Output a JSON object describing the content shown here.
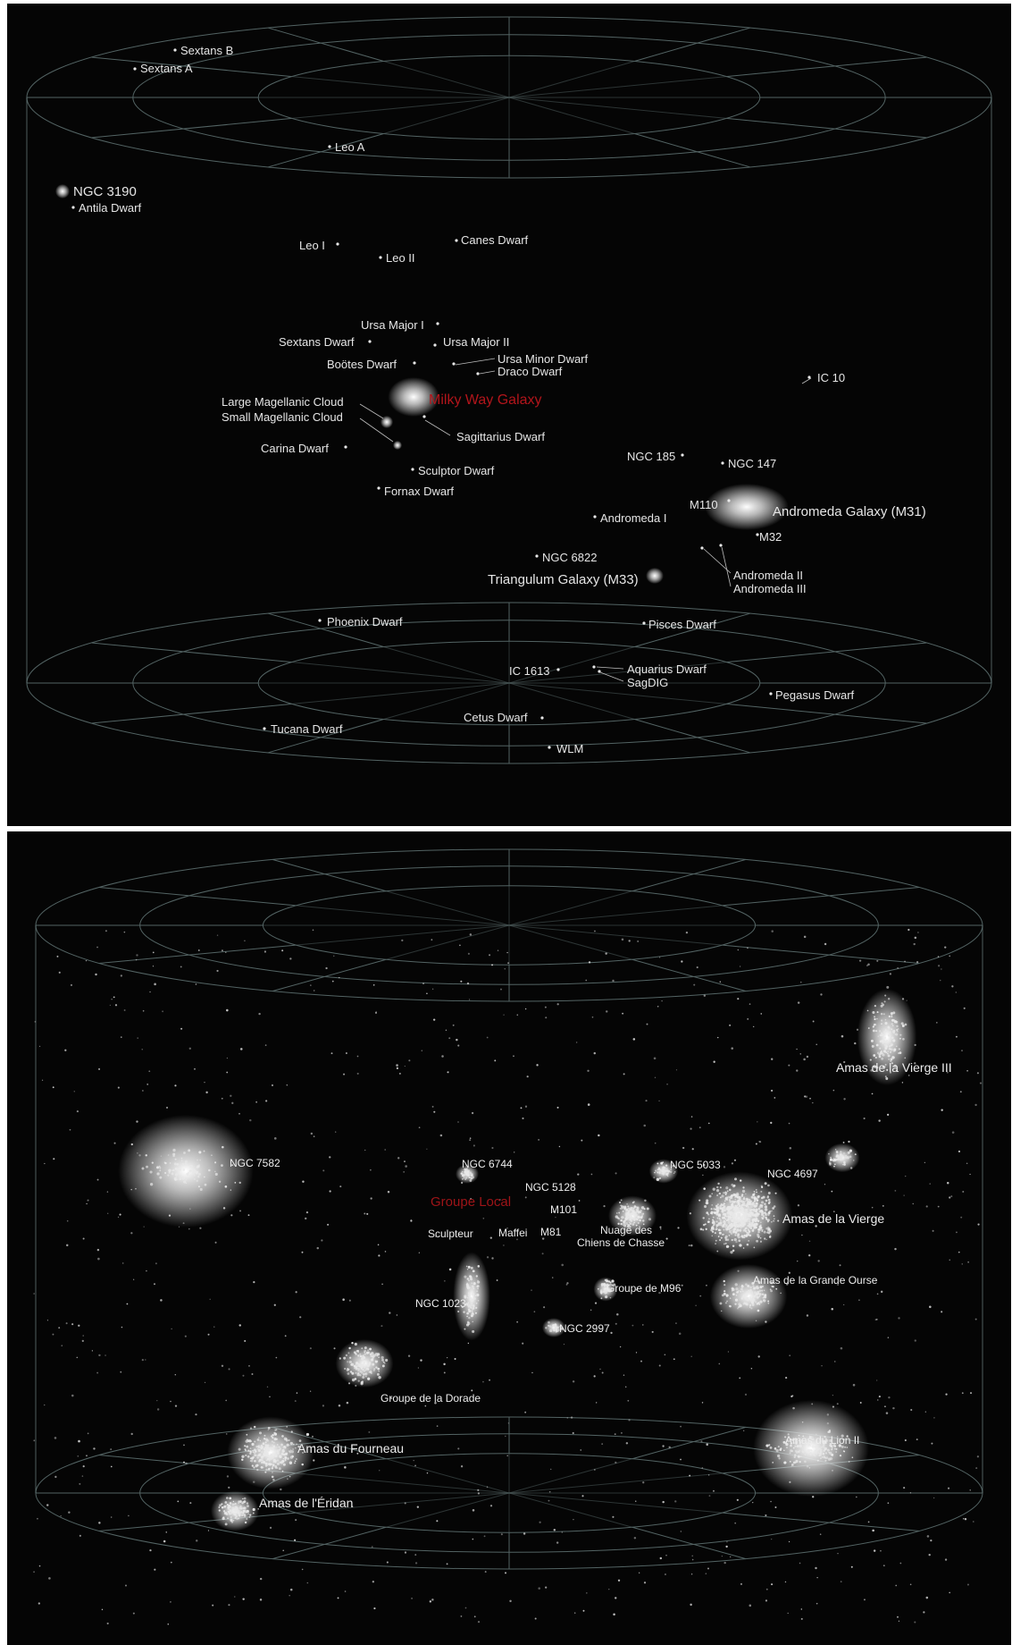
{
  "colors": {
    "background": "#050505",
    "grid": "#6d8383",
    "label": "#e6e6e6",
    "highlight": "#b3151b"
  },
  "top_panel": {
    "labels": [
      {
        "id": "sextans-b",
        "text": "Sextans B"
      },
      {
        "id": "sextans-a",
        "text": "Sextans A"
      },
      {
        "id": "leo-a",
        "text": "Leo A"
      },
      {
        "id": "ngc-3190",
        "text": "NGC 3190"
      },
      {
        "id": "antila-dwarf",
        "text": "Antila Dwarf"
      },
      {
        "id": "leo-i",
        "text": "Leo I"
      },
      {
        "id": "leo-ii",
        "text": "Leo II"
      },
      {
        "id": "canes-dwarf",
        "text": "Canes Dwarf"
      },
      {
        "id": "ursa-major-i",
        "text": "Ursa Major I"
      },
      {
        "id": "sextans-dwarf",
        "text": "Sextans Dwarf"
      },
      {
        "id": "ursa-major-ii",
        "text": "Ursa Major II"
      },
      {
        "id": "bootes-dwarf",
        "text": "Boötes Dwarf"
      },
      {
        "id": "ursa-minor-dwarf",
        "text": "Ursa Minor Dwarf"
      },
      {
        "id": "draco-dwarf",
        "text": "Draco Dwarf"
      },
      {
        "id": "ic-10",
        "text": "IC 10"
      },
      {
        "id": "large-magellanic-cloud",
        "text": "Large Magellanic Cloud"
      },
      {
        "id": "small-magellanic-cloud",
        "text": "Small Magellanic Cloud"
      },
      {
        "id": "milky-way-galaxy",
        "text": "Milky Way Galaxy"
      },
      {
        "id": "sagittarius-dwarf",
        "text": "Sagittarius Dwarf"
      },
      {
        "id": "carina-dwarf",
        "text": "Carina Dwarf"
      },
      {
        "id": "ngc-185",
        "text": "NGC 185"
      },
      {
        "id": "ngc-147",
        "text": "NGC 147"
      },
      {
        "id": "sculptor-dwarf",
        "text": "Sculptor Dwarf"
      },
      {
        "id": "fornax-dwarf",
        "text": "Fornax Dwarf"
      },
      {
        "id": "m110",
        "text": "M110"
      },
      {
        "id": "andromeda-galaxy",
        "text": "Andromeda Galaxy (M31)"
      },
      {
        "id": "andromeda-i",
        "text": "Andromeda I"
      },
      {
        "id": "m32",
        "text": "M32"
      },
      {
        "id": "ngc-6822",
        "text": "NGC 6822"
      },
      {
        "id": "andromeda-ii",
        "text": "Andromeda II"
      },
      {
        "id": "andromeda-iii",
        "text": "Andromeda III"
      },
      {
        "id": "triangulum-galaxy",
        "text": "Triangulum Galaxy (M33)"
      },
      {
        "id": "phoenix-dwarf",
        "text": "Phoenix Dwarf"
      },
      {
        "id": "pisces-dwarf",
        "text": "Pisces Dwarf"
      },
      {
        "id": "ic-1613",
        "text": "IC 1613"
      },
      {
        "id": "aquarius-dwarf",
        "text": "Aquarius Dwarf"
      },
      {
        "id": "sagdig",
        "text": "SagDIG"
      },
      {
        "id": "pegasus-dwarf",
        "text": "Pegasus Dwarf"
      },
      {
        "id": "cetus-dwarf",
        "text": "Cetus Dwarf"
      },
      {
        "id": "tucana-dwarf",
        "text": "Tucana Dwarf"
      },
      {
        "id": "wlm",
        "text": "WLM"
      }
    ]
  },
  "bottom_panel": {
    "labels": [
      {
        "id": "amas-vierge-iii",
        "text": "Amas de la Vierge III"
      },
      {
        "id": "ngc-7582",
        "text": "NGC 7582"
      },
      {
        "id": "ngc-6744",
        "text": "NGC 6744"
      },
      {
        "id": "ngc-5033",
        "text": "NGC 5033"
      },
      {
        "id": "ngc-4697",
        "text": "NGC 4697"
      },
      {
        "id": "ngc-5128",
        "text": "NGC 5128"
      },
      {
        "id": "groupe-local",
        "text": "Groupe Local"
      },
      {
        "id": "m101",
        "text": "M101"
      },
      {
        "id": "amas-vierge",
        "text": "Amas de la Vierge"
      },
      {
        "id": "sculpteur",
        "text": "Sculpteur"
      },
      {
        "id": "maffei",
        "text": "Maffei"
      },
      {
        "id": "m81",
        "text": "M81"
      },
      {
        "id": "nuage-chiens-chasse-1",
        "text": "Nuage des"
      },
      {
        "id": "nuage-chiens-chasse-2",
        "text": "Chiens de Chasse"
      },
      {
        "id": "amas-grande-ourse",
        "text": "Amas de la Grande Ourse"
      },
      {
        "id": "groupe-m96",
        "text": "Groupe de M96"
      },
      {
        "id": "ngc-1023",
        "text": "NGC 1023"
      },
      {
        "id": "ngc-2997",
        "text": "NGC 2997"
      },
      {
        "id": "groupe-dorade",
        "text": "Groupe de la Dorade"
      },
      {
        "id": "amas-lion-ii",
        "text": "Amas du Lion II"
      },
      {
        "id": "amas-fourneau",
        "text": "Amas du Fourneau"
      },
      {
        "id": "amas-eridan",
        "text": "Amas de l'Éridan"
      }
    ]
  }
}
